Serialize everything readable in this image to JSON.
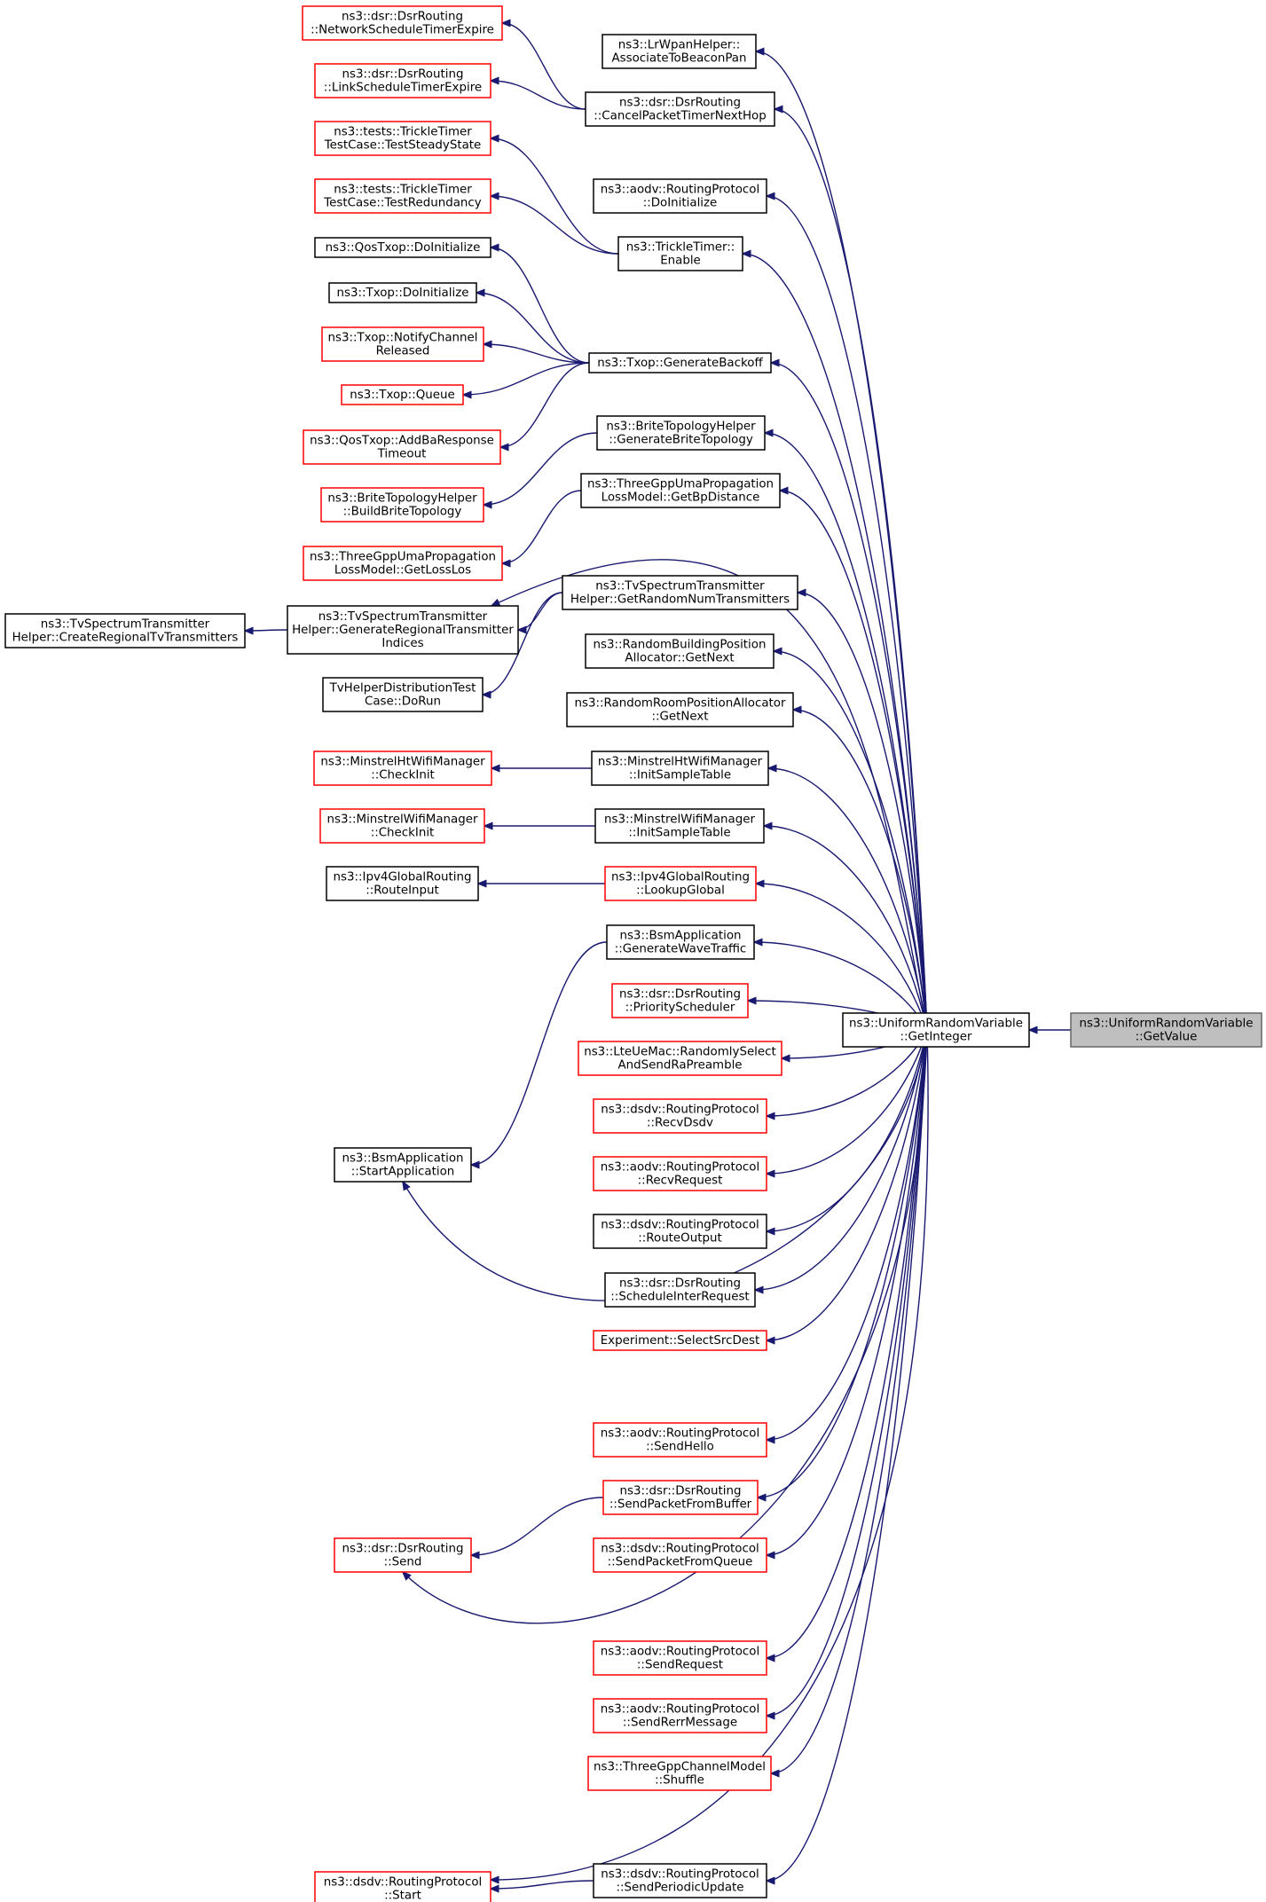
{
  "diagram": {
    "type": "caller-graph",
    "edge_color": "#191970",
    "border_colors": {
      "documented": "#000000",
      "undocumented": "#ff0000",
      "focus_fill": "#bfbfbf",
      "focus_border": "#666666"
    },
    "nodes": [
      {
        "id": "target",
        "lines": [
          "ns3::UniformRandomVariable",
          "::GetValue"
        ],
        "style": "gray"
      },
      {
        "id": "getint",
        "lines": [
          "ns3::UniformRandomVariable",
          "::GetInteger"
        ],
        "style": "black"
      },
      {
        "id": "lrwpan",
        "lines": [
          "ns3::LrWpanHelper::",
          "AssociateToBeaconPan"
        ],
        "style": "black"
      },
      {
        "id": "cancelptn",
        "lines": [
          "ns3::dsr::DsrRouting",
          "::CancelPacketTimerNextHop"
        ],
        "style": "black"
      },
      {
        "id": "netsched",
        "lines": [
          "ns3::dsr::DsrRouting",
          "::NetworkScheduleTimerExpire"
        ],
        "style": "red"
      },
      {
        "id": "linksched",
        "lines": [
          "ns3::dsr::DsrRouting",
          "::LinkScheduleTimerExpire"
        ],
        "style": "red"
      },
      {
        "id": "aodvinit",
        "lines": [
          "ns3::aodv::RoutingProtocol",
          "::DoInitialize"
        ],
        "style": "black"
      },
      {
        "id": "steady",
        "lines": [
          "ns3::tests::TrickleTimer",
          "TestCase::TestSteadyState"
        ],
        "style": "red"
      },
      {
        "id": "redund",
        "lines": [
          "ns3::tests::TrickleTimer",
          "TestCase::TestRedundancy"
        ],
        "style": "red"
      },
      {
        "id": "trickle",
        "lines": [
          "ns3::TrickleTimer::",
          "Enable"
        ],
        "style": "black"
      },
      {
        "id": "qosinit",
        "lines": [
          "ns3::QosTxop::DoInitialize"
        ],
        "style": "black"
      },
      {
        "id": "txopinit",
        "lines": [
          "ns3::Txop::DoInitialize"
        ],
        "style": "black"
      },
      {
        "id": "notify",
        "lines": [
          "ns3::Txop::NotifyChannel",
          "Released"
        ],
        "style": "red"
      },
      {
        "id": "queue",
        "lines": [
          "ns3::Txop::Queue"
        ],
        "style": "red"
      },
      {
        "id": "genback",
        "lines": [
          "ns3::Txop::GenerateBackoff"
        ],
        "style": "black"
      },
      {
        "id": "addba",
        "lines": [
          "ns3::QosTxop::AddBaResponse",
          "Timeout"
        ],
        "style": "red"
      },
      {
        "id": "genbrite",
        "lines": [
          "ns3::BriteTopologyHelper",
          "::GenerateBriteTopology"
        ],
        "style": "black"
      },
      {
        "id": "buildbrite",
        "lines": [
          "ns3::BriteTopologyHelper",
          "::BuildBriteTopology"
        ],
        "style": "red"
      },
      {
        "id": "getbp",
        "lines": [
          "ns3::ThreeGppUmaPropagation",
          "LossModel::GetBpDistance"
        ],
        "style": "black"
      },
      {
        "id": "getloss",
        "lines": [
          "ns3::ThreeGppUmaPropagation",
          "LossModel::GetLossLos"
        ],
        "style": "red"
      },
      {
        "id": "getrand",
        "lines": [
          "ns3::TvSpectrumTransmitter",
          "Helper::GetRandomNumTransmitters"
        ],
        "style": "black"
      },
      {
        "id": "createreg",
        "lines": [
          "ns3::TvSpectrumTransmitter",
          "Helper::CreateRegionalTvTransmitters"
        ],
        "style": "black"
      },
      {
        "id": "genreg",
        "lines": [
          "ns3::TvSpectrumTransmitter",
          "Helper::GenerateRegionalTransmitter",
          "Indices"
        ],
        "style": "black"
      },
      {
        "id": "tvhelp",
        "lines": [
          "TvHelperDistributionTest",
          "Case::DoRun"
        ],
        "style": "black"
      },
      {
        "id": "rbuild",
        "lines": [
          "ns3::RandomBuildingPosition",
          "Allocator::GetNext"
        ],
        "style": "black"
      },
      {
        "id": "rroom",
        "lines": [
          "ns3::RandomRoomPositionAllocator",
          "::GetNext"
        ],
        "style": "black"
      },
      {
        "id": "htcheck",
        "lines": [
          "ns3::MinstrelHtWifiManager",
          "::CheckInit"
        ],
        "style": "red"
      },
      {
        "id": "htinit",
        "lines": [
          "ns3::MinstrelHtWifiManager",
          "::InitSampleTable"
        ],
        "style": "black"
      },
      {
        "id": "mcheck",
        "lines": [
          "ns3::MinstrelWifiManager",
          "::CheckInit"
        ],
        "style": "red"
      },
      {
        "id": "minit",
        "lines": [
          "ns3::MinstrelWifiManager",
          "::InitSampleTable"
        ],
        "style": "black"
      },
      {
        "id": "ipv4input",
        "lines": [
          "ns3::Ipv4GlobalRouting",
          "::RouteInput"
        ],
        "style": "black"
      },
      {
        "id": "lookup",
        "lines": [
          "ns3::Ipv4GlobalRouting",
          "::LookupGlobal"
        ],
        "style": "red"
      },
      {
        "id": "bsmgen",
        "lines": [
          "ns3::BsmApplication",
          "::GenerateWaveTraffic"
        ],
        "style": "black"
      },
      {
        "id": "prio",
        "lines": [
          "ns3::dsr::DsrRouting",
          "::PriorityScheduler"
        ],
        "style": "red"
      },
      {
        "id": "lteue",
        "lines": [
          "ns3::LteUeMac::RandomlySelect",
          "AndSendRaPreamble"
        ],
        "style": "red"
      },
      {
        "id": "recvdsdv",
        "lines": [
          "ns3::dsdv::RoutingProtocol",
          "::RecvDsdv"
        ],
        "style": "red"
      },
      {
        "id": "bsmstart",
        "lines": [
          "ns3::BsmApplication",
          "::StartApplication"
        ],
        "style": "black"
      },
      {
        "id": "recvreq",
        "lines": [
          "ns3::aodv::RoutingProtocol",
          "::RecvRequest"
        ],
        "style": "red"
      },
      {
        "id": "routeout",
        "lines": [
          "ns3::dsdv::RoutingProtocol",
          "::RouteOutput"
        ],
        "style": "black"
      },
      {
        "id": "schedinter",
        "lines": [
          "ns3::dsr::DsrRouting",
          "::ScheduleInterRequest"
        ],
        "style": "black"
      },
      {
        "id": "exper",
        "lines": [
          "Experiment::SelectSrcDest"
        ],
        "style": "red"
      },
      {
        "id": "sendhello",
        "lines": [
          "ns3::aodv::RoutingProtocol",
          "::SendHello"
        ],
        "style": "red"
      },
      {
        "id": "sendfrombuf",
        "lines": [
          "ns3::dsr::DsrRouting",
          "::SendPacketFromBuffer"
        ],
        "style": "red"
      },
      {
        "id": "dsrsend",
        "lines": [
          "ns3::dsr::DsrRouting",
          "::Send"
        ],
        "style": "red"
      },
      {
        "id": "sendfromq",
        "lines": [
          "ns3::dsdv::RoutingProtocol",
          "::SendPacketFromQueue"
        ],
        "style": "red"
      },
      {
        "id": "sendreq",
        "lines": [
          "ns3::aodv::RoutingProtocol",
          "::SendRequest"
        ],
        "style": "red"
      },
      {
        "id": "sendrerr",
        "lines": [
          "ns3::aodv::RoutingProtocol",
          "::SendRerrMessage"
        ],
        "style": "red"
      },
      {
        "id": "shuffle",
        "lines": [
          "ns3::ThreeGppChannelModel",
          "::Shuffle"
        ],
        "style": "red"
      },
      {
        "id": "dsdvstart",
        "lines": [
          "ns3::dsdv::RoutingProtocol",
          "::Start"
        ],
        "style": "red"
      },
      {
        "id": "periodic",
        "lines": [
          "ns3::dsdv::RoutingProtocol",
          "::SendPeriodicUpdate"
        ],
        "style": "black"
      }
    ]
  }
}
